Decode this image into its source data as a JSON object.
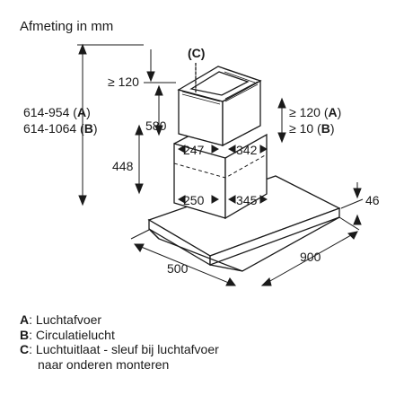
{
  "title": "Afmeting in mm",
  "labels": {
    "c_marker": "C",
    "min_gap_top": "≥ 120",
    "height_total_a_value": "614-954",
    "height_total_a_key": "A",
    "height_total_b_value": "614-1064",
    "height_total_b_key": "B",
    "chimney_upper": "580",
    "chimney_lower": "448",
    "clearance_a_value": "≥ 120",
    "clearance_a_key": "A",
    "clearance_b_value": "≥ 10",
    "clearance_b_key": "B",
    "upper_width": "247",
    "upper_depth": "342",
    "lower_width": "250",
    "lower_depth": "345",
    "canopy_height": "46",
    "canopy_width": "500",
    "canopy_depth": "900"
  },
  "legend": [
    {
      "key": "A",
      "text": ": Luchtafvoer"
    },
    {
      "key": "B",
      "text": ": Circulatielucht"
    },
    {
      "key": "C",
      "text": ": Luchtuitlaat - sleuf bij luchtafvoer"
    },
    {
      "key": "",
      "text": "naar onderen monteren"
    }
  ]
}
